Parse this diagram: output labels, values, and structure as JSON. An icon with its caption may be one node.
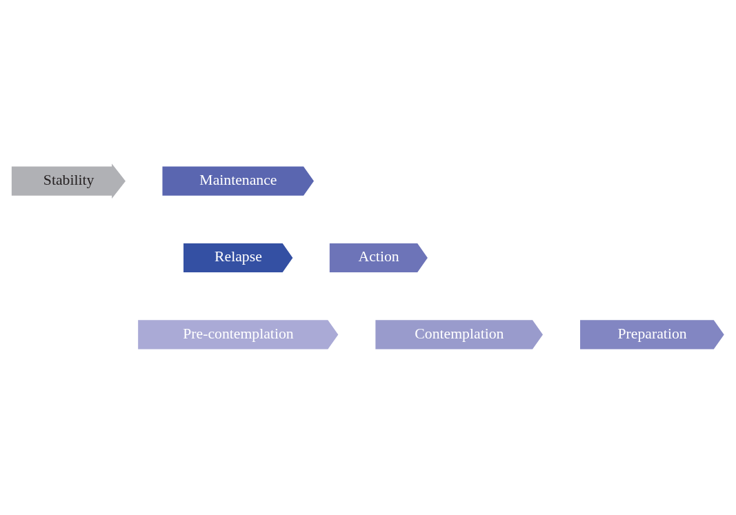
{
  "diagram": {
    "nodes": [
      {
        "text": [
          "Stability"
        ]
      },
      {
        "text": [
          "Maintenance"
        ]
      },
      {
        "text": [
          "Action"
        ]
      },
      {
        "text": [
          "Relapse"
        ]
      },
      {
        "text": [
          "Pre-contemplation"
        ]
      },
      {
        "text": [
          "Contemplation"
        ]
      },
      {
        "text": [
          "Preparation"
        ]
      }
    ],
    "edges": []
  }
}
